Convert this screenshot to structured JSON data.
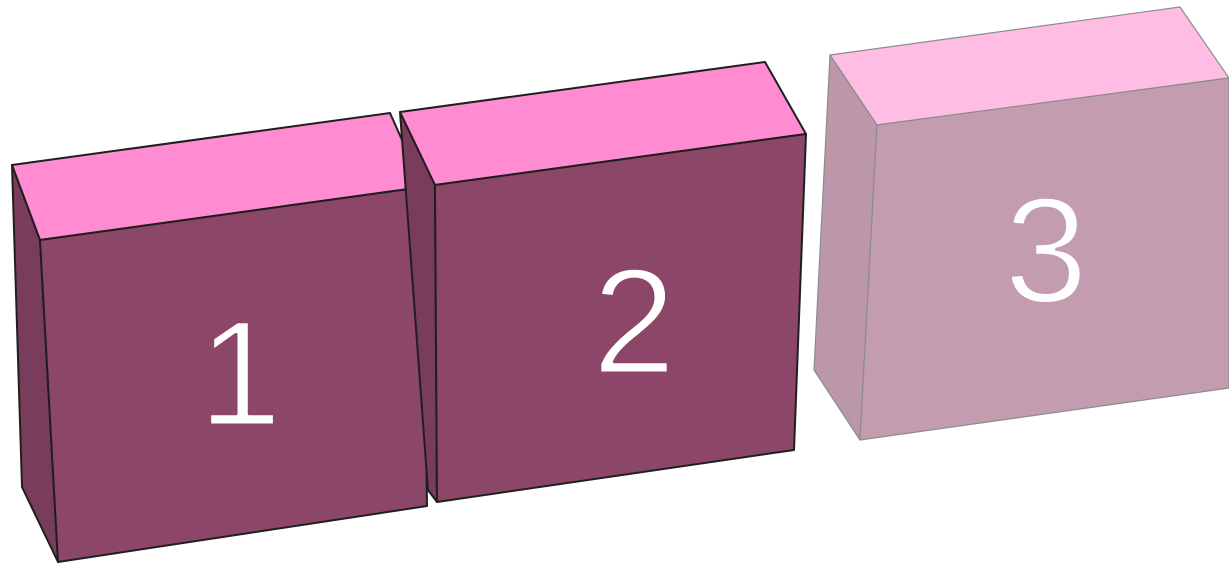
{
  "blocks": [
    {
      "label": "1",
      "state": "solid",
      "colors": {
        "top": "#ff8cd1",
        "front": "#8b4668",
        "side": "#7a3c5b",
        "edge": "#1f1f1f"
      }
    },
    {
      "label": "2",
      "state": "solid",
      "colors": {
        "top": "#ff8cd1",
        "front": "#8b4668",
        "side": "#7a3c5b",
        "edge": "#1f1f1f"
      }
    },
    {
      "label": "3",
      "state": "faded",
      "colors": {
        "top": "#ffbde4",
        "front": "#c39daf",
        "side": "#bb97a9",
        "edge": "#8c8c8c"
      }
    }
  ]
}
